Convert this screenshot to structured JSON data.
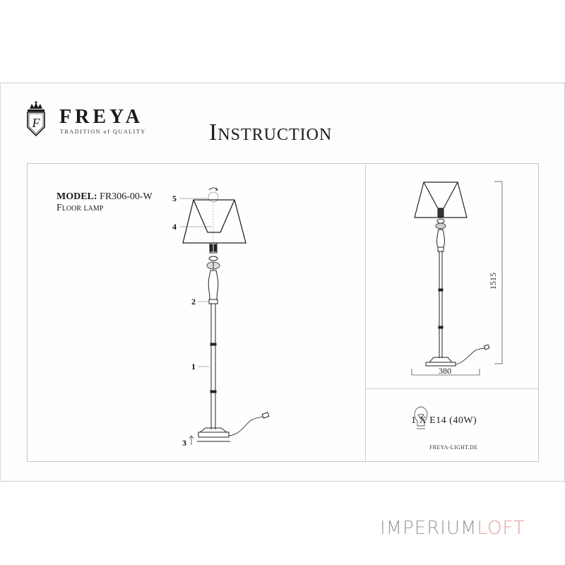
{
  "brand": {
    "name": "FREYA",
    "tagline": "TRADITION of QUALITY",
    "crest_letter": "F"
  },
  "document": {
    "title": "Instruction",
    "model_label": "MODEL:",
    "model_number": "FR306-00-W",
    "product_type": "Floor lamp"
  },
  "assembly_diagram": {
    "callouts": [
      "1",
      "2",
      "3",
      "4",
      "5"
    ]
  },
  "dimensions": {
    "height_mm": "1515",
    "base_width_mm": "380"
  },
  "bulb": {
    "icon": "light-bulb-icon",
    "spec": "1 X E14 (40W)"
  },
  "website": "FREYA-LIGHT.DE",
  "watermark": {
    "part1": "IMPERIUM",
    "part2": "LOFT",
    "color1": "#9a9a9a",
    "color2": "#e39b9b"
  }
}
